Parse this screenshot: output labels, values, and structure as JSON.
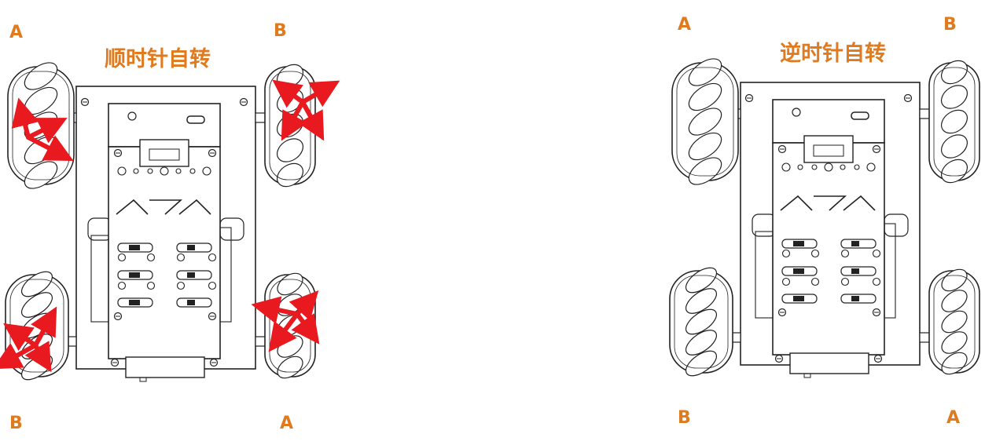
{
  "diagrams": [
    {
      "title": "顺时针自转",
      "wheel_labels": {
        "top_left": "A",
        "top_right": "B",
        "bottom_left": "B",
        "bottom_right": "A"
      }
    },
    {
      "title": "逆时针自转",
      "wheel_labels": {
        "top_left": "A",
        "top_right": "B",
        "bottom_left": "B",
        "bottom_right": "A"
      }
    }
  ],
  "colors": {
    "label": "#e07a1f",
    "arrow": "#e8191f",
    "line": "#222222"
  },
  "icons": [
    "mecanum-wheel-icon",
    "arrow-icon",
    "chassis-icon"
  ]
}
